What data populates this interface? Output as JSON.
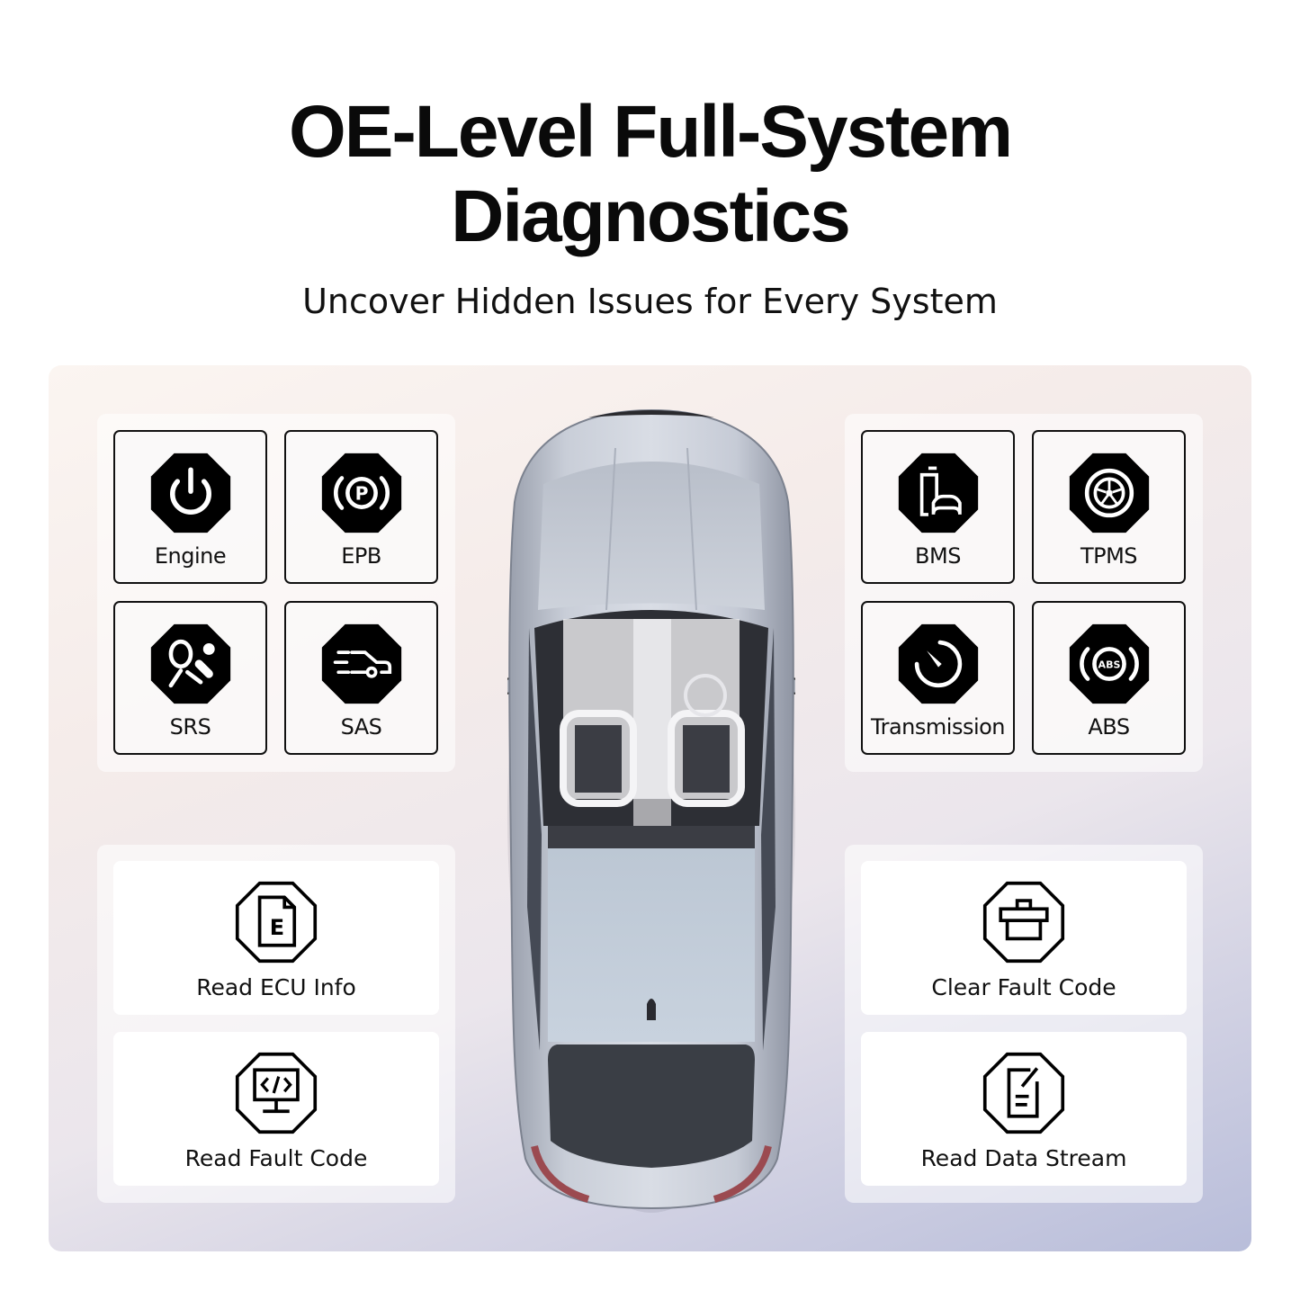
{
  "header": {
    "title_line1": "OE-Level Full-System",
    "title_line2": "Diagnostics",
    "subtitle": "Uncover Hidden Issues for Every System"
  },
  "systems_left": [
    {
      "label": "Engine",
      "icon": "power-icon"
    },
    {
      "label": "EPB",
      "icon": "parking-brake-icon"
    },
    {
      "label": "SRS",
      "icon": "airbag-icon"
    },
    {
      "label": "SAS",
      "icon": "steering-car-icon"
    }
  ],
  "systems_right": [
    {
      "label": "BMS",
      "icon": "battery-car-icon"
    },
    {
      "label": "TPMS",
      "icon": "tire-icon"
    },
    {
      "label": "Transmission",
      "icon": "gauge-icon"
    },
    {
      "label": "ABS",
      "icon": "abs-icon"
    }
  ],
  "functions_left": [
    {
      "label": "Read ECU Info",
      "icon": "ecu-document-icon"
    },
    {
      "label": "Read Fault Code",
      "icon": "code-monitor-icon"
    }
  ],
  "functions_right": [
    {
      "label": "Clear Fault Code",
      "icon": "trash-icon"
    },
    {
      "label": "Read Data Stream",
      "icon": "edit-document-icon"
    }
  ],
  "colors": {
    "icon_fill": "#000000",
    "tile_border": "#111111",
    "stage_gradient_start": "#fbf5f1",
    "stage_gradient_end": "#b8bdda"
  }
}
